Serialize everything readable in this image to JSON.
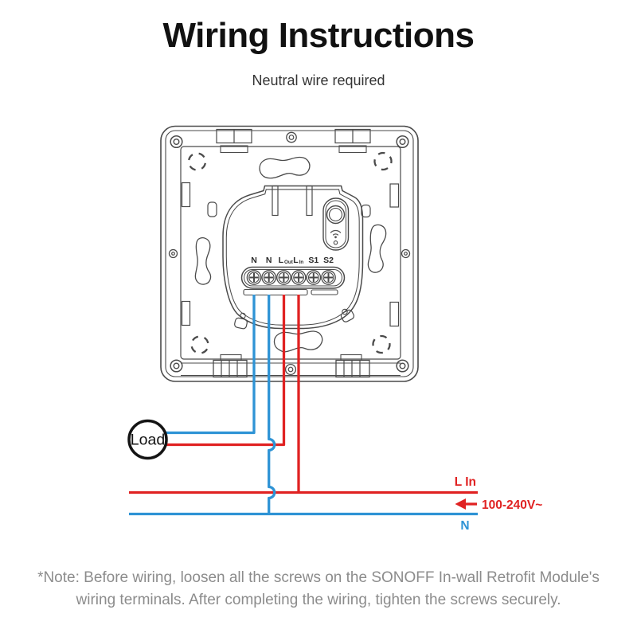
{
  "page": {
    "title": "Wiring Instructions",
    "subtitle": "Neutral wire required",
    "note": {
      "line1": "*Note: Before wiring, loosen all the screws on the SONOFF In-wall Retrofit Module's",
      "line2": "wiring terminals. After completing the wiring, tighten the screws securely."
    }
  },
  "diagram": {
    "load_label": "Load",
    "mains": {
      "live_label": "L In",
      "voltage_label": "100-240V~",
      "neutral_label": "N"
    },
    "terminals": [
      {
        "main": "N",
        "sub": ""
      },
      {
        "main": "N",
        "sub": ""
      },
      {
        "main": "L",
        "sub": "Out"
      },
      {
        "main": "L",
        "sub": "In"
      },
      {
        "main": "S1",
        "sub": ""
      },
      {
        "main": "S2",
        "sub": ""
      }
    ],
    "connections": [
      {
        "from": "N",
        "to": "Load",
        "wire": "neutral"
      },
      {
        "from": "N",
        "to": "N mains line",
        "wire": "neutral"
      },
      {
        "from": "LOut",
        "to": "Load",
        "wire": "live"
      },
      {
        "from": "LIn",
        "to": "L In mains line",
        "wire": "live"
      }
    ],
    "colors": {
      "live": "#e02222",
      "neutral": "#2e93d5",
      "outline": "#4a4a4a",
      "load_stroke": "#141414"
    }
  }
}
